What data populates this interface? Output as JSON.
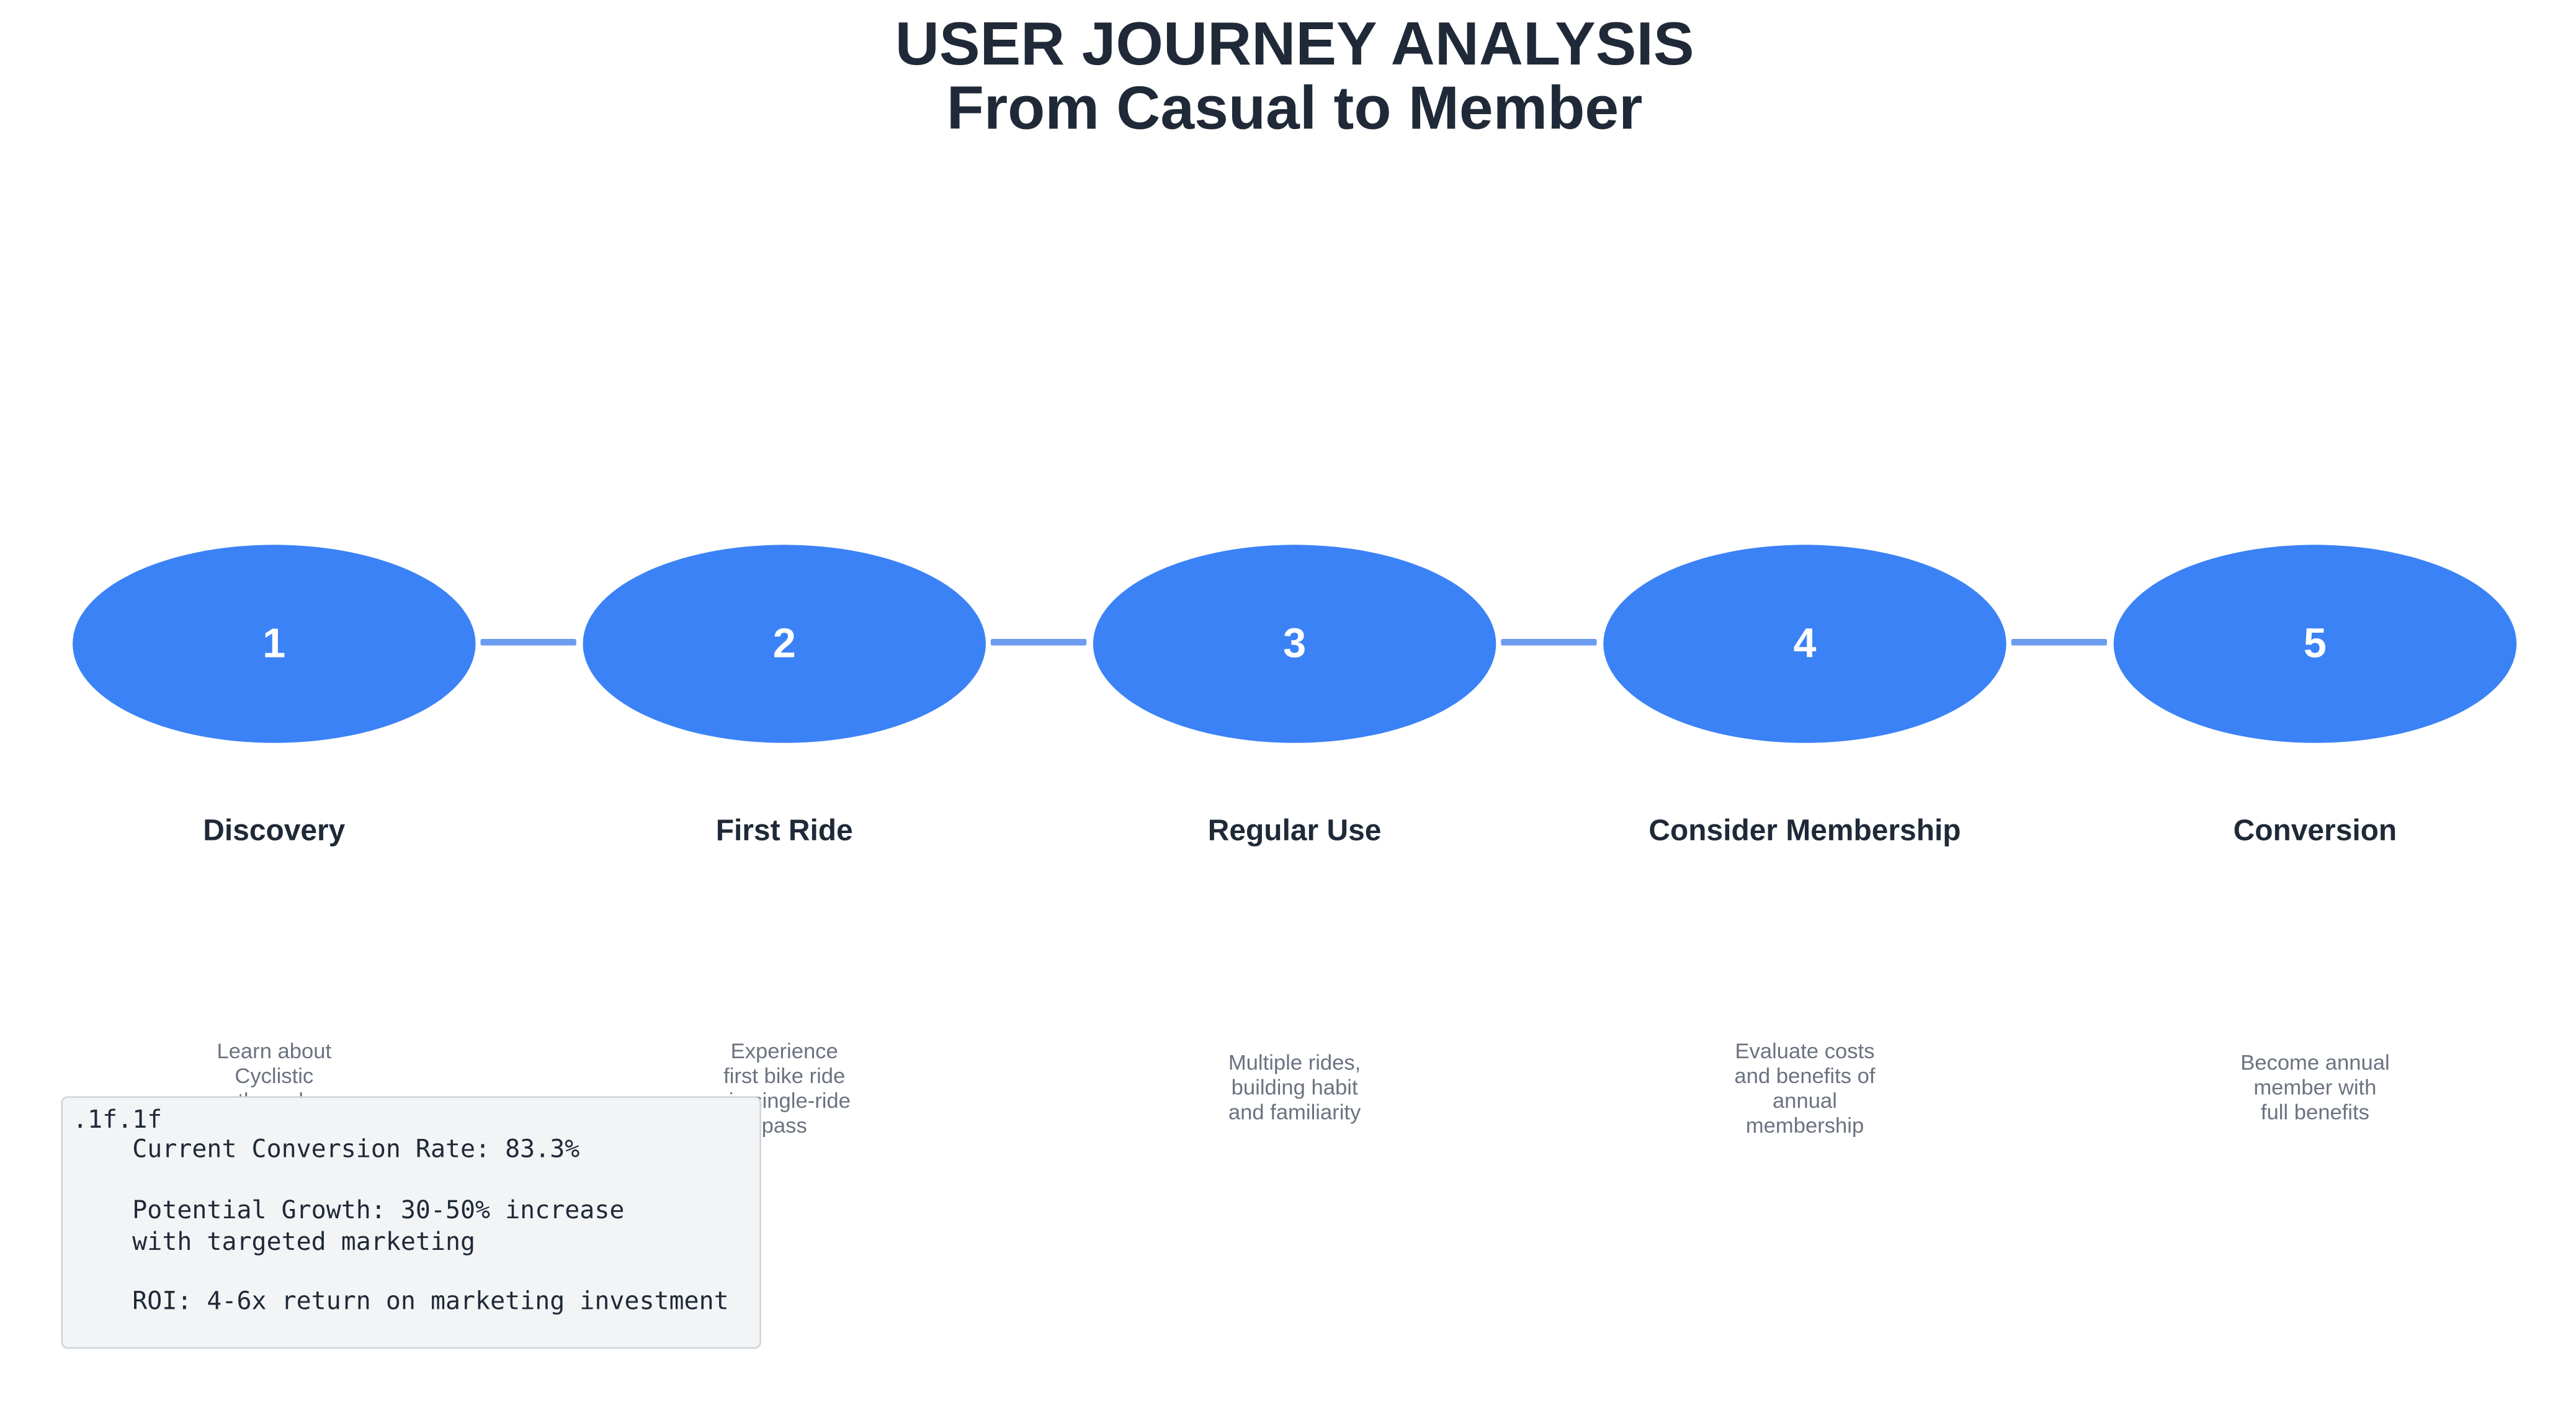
{
  "title": {
    "line1": "USER JOURNEY ANALYSIS",
    "line2": "From Casual to Member"
  },
  "colors": {
    "node_fill": "#3b82f6",
    "connector": "#6c9cf0",
    "title_text": "#1f2937",
    "description_text": "#6b7280",
    "metrics_background": "#f3f4f6"
  },
  "stages": [
    {
      "number": "1",
      "label": "Discovery",
      "description": [
        "Learn about",
        "Cyclistic",
        "through"
      ]
    },
    {
      "number": "2",
      "label": "First Ride",
      "description": [
        "Experience",
        "first bike ride",
        "via single-ride",
        "pass"
      ]
    },
    {
      "number": "3",
      "label": "Regular Use",
      "description": [
        "Multiple rides,",
        "building habit",
        "and familiarity"
      ]
    },
    {
      "number": "4",
      "label": "Consider Membership",
      "description": [
        "Evaluate costs",
        "and benefits of",
        "annual",
        "membership"
      ]
    },
    {
      "number": "5",
      "label": "Conversion",
      "description": [
        "Become annual",
        "member with",
        "full benefits"
      ]
    }
  ],
  "metrics": {
    "header": ".1f.1f",
    "conversion_rate": "    Current Conversion Rate: 83.3%",
    "growth_line1": "    Potential Growth: 30-50% increase",
    "growth_line2": "    with targeted marketing",
    "roi": "    ROI: 4-6x return on marketing investment"
  }
}
